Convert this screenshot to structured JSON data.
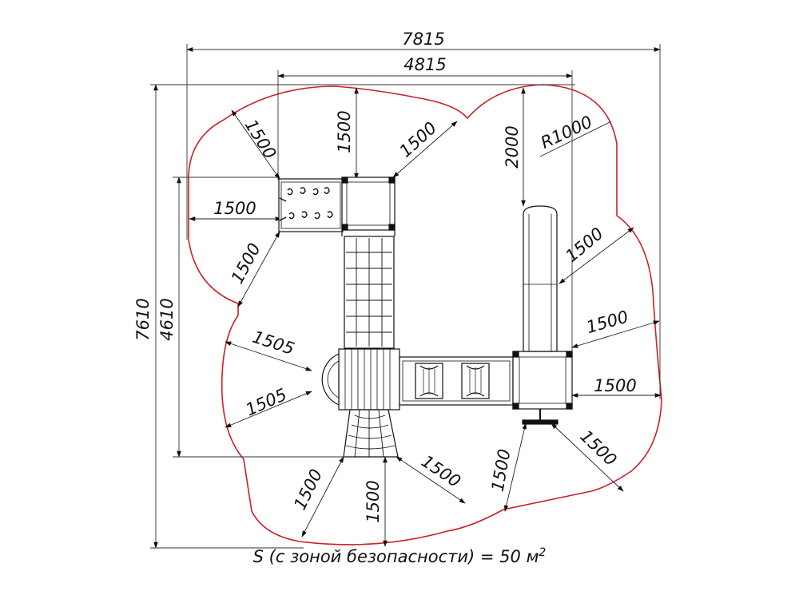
{
  "drawing": {
    "dimensions": {
      "overall_width": "7815",
      "inner_width": "4815",
      "overall_height": "7610",
      "inner_height": "4610",
      "radius": "R1000",
      "zone_top_left": "1500",
      "zone_top_tower": "1500",
      "zone_top_right_diag": "1500",
      "zone_slide_top": "2000",
      "zone_left": "1500",
      "zone_left_diag": "1500",
      "zone_left_upper_1505": "1505",
      "zone_left_lower_1505": "1505",
      "zone_slide_right": "1500",
      "zone_right_upper": "1500",
      "zone_right_lower": "1500",
      "zone_bottom_left_diag": "1500",
      "zone_bottom_center": "1500",
      "zone_bottom_diag": "1500",
      "zone_bottom_right_1": "1500",
      "zone_bottom_right_2": "1500"
    },
    "caption_main": "S (с зоной безопасности) = 50 м",
    "caption_sup": "2",
    "colors": {
      "safety_zone": "#cc1f2a",
      "lines": "#111111"
    }
  }
}
